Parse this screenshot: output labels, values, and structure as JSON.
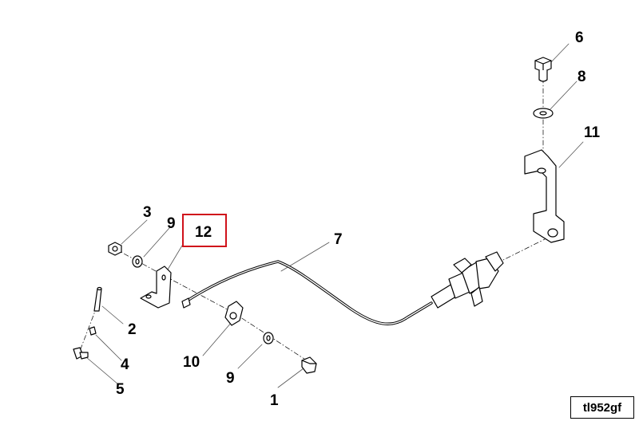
{
  "callouts": {
    "c1": "1",
    "c2": "2",
    "c3": "3",
    "c4": "4",
    "c5": "5",
    "c6": "6",
    "c7": "7",
    "c8": "8",
    "c9a": "9",
    "c9b": "9",
    "c10": "10",
    "c11": "11",
    "c12": "12"
  },
  "drawing_code": "tl952gf",
  "colors": {
    "highlight": "#d0121b",
    "line": "#000000"
  }
}
